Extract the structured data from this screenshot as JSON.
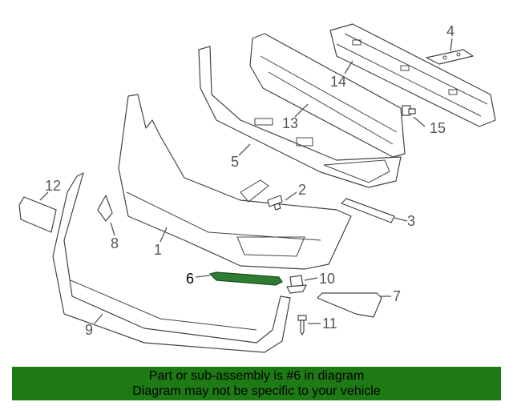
{
  "diagram": {
    "highlight_color": "#2e7d32",
    "highlighted_callout": "6",
    "callouts": [
      "1",
      "2",
      "3",
      "4",
      "5",
      "6",
      "7",
      "8",
      "9",
      "10",
      "11",
      "12",
      "13",
      "14",
      "15"
    ]
  },
  "banner": {
    "line1": "Part or sub-assembly is #6 in diagram",
    "line2": "Diagram may not be specific to your vehicle",
    "background": "#1e7a14"
  }
}
